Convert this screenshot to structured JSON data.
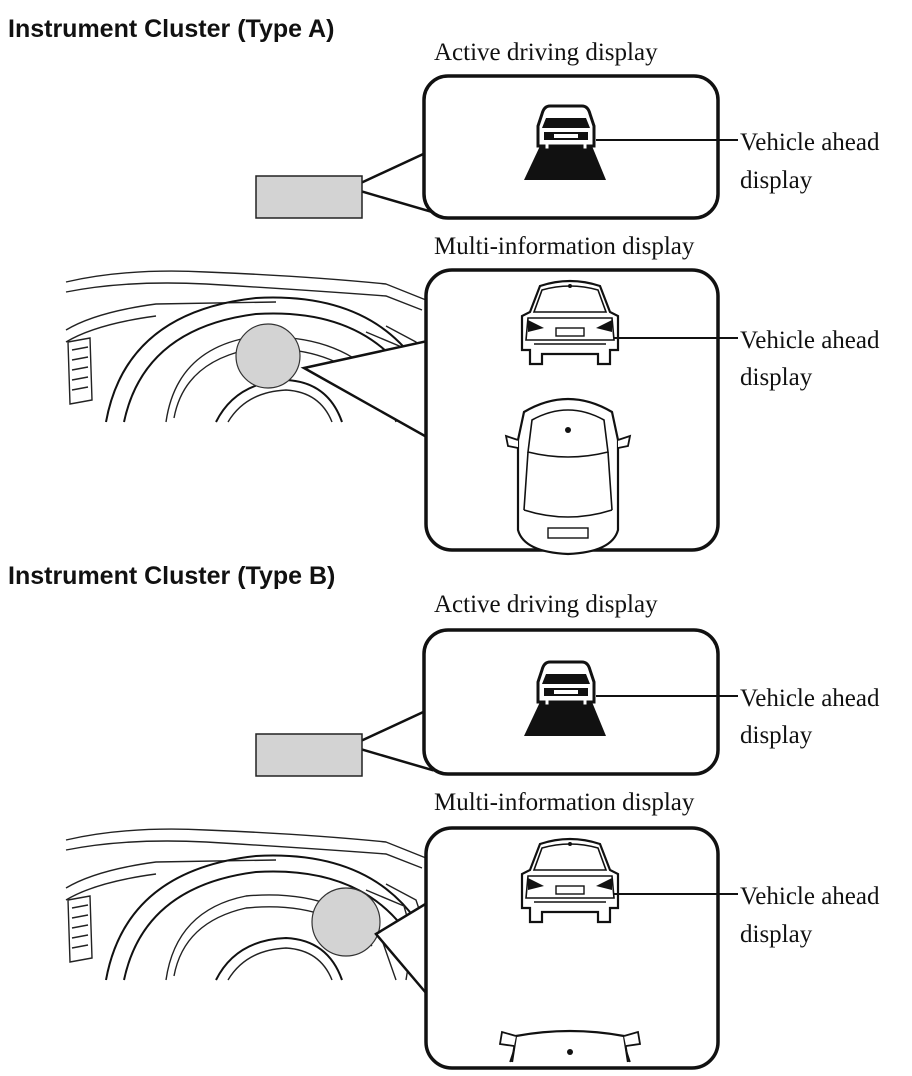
{
  "sections": [
    {
      "heading": "Instrument Cluster (Type A)",
      "active_display_label": "Active driving display",
      "active_vehicle_label_line1": "Vehicle ahead",
      "active_vehicle_label_line2": "display",
      "multi_display_label": "Multi-information display",
      "multi_vehicle_label_line1": "Vehicle ahead",
      "multi_vehicle_label_line2": "display"
    },
    {
      "heading": "Instrument Cluster (Type B)",
      "active_display_label": "Active driving display",
      "active_vehicle_label_line1": "Vehicle ahead",
      "active_vehicle_label_line2": "display",
      "multi_display_label": "Multi-information display",
      "multi_vehicle_label_line1": "Vehicle ahead",
      "multi_vehicle_label_line2": "display"
    }
  ],
  "colors": {
    "highlight_fill": "#d3d3d3",
    "line": "#111111",
    "background": "#ffffff"
  },
  "icons": [
    "car-rear-icon",
    "car-top-icon",
    "steering-wheel-icon",
    "dashboard-icon"
  ]
}
